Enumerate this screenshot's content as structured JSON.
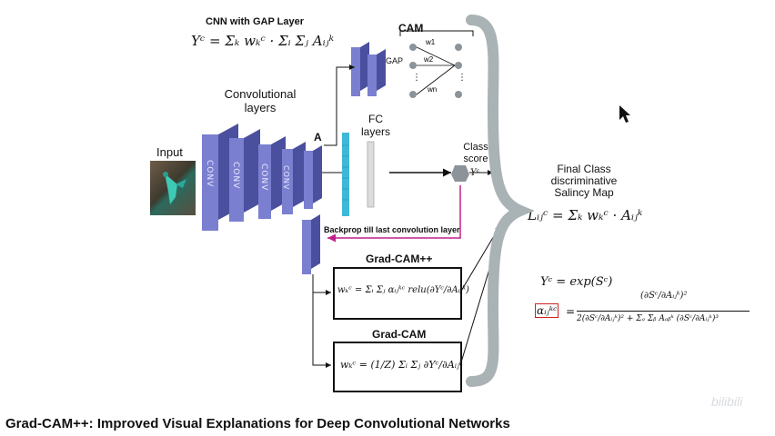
{
  "diagram": {
    "cnn_gap_title": "CNN with GAP Layer",
    "cnn_gap_formula": "Yᶜ = Σₖ wₖᶜ · Σᵢ Σⱼ Aᵢⱼᵏ",
    "cam_label": "CAM",
    "gap_label": "GAP",
    "weights": [
      "w1",
      "w2",
      "wn"
    ],
    "conv_layers_label": "Convolutional layers",
    "input_label": "Input",
    "conv_block_label": "CONV",
    "a_label": "A",
    "fc_layers_label": "FC layers",
    "class_score_label": "Class score",
    "yc_label": "Yᶜ",
    "backprop_label": "Backprop till last convolution layer",
    "gradcampp_title": "Grad-CAM++",
    "gradcampp_formula": "wₖᶜ = Σᵢ Σⱼ αᵢⱼᵏᶜ relu(∂Yᶜ/∂Aᵢⱼᵏ)",
    "gradcam_title": "Grad-CAM",
    "gradcam_formula": "wₖᶜ = (1/Z) Σᵢ Σⱼ ∂Yᶜ/∂Aᵢⱼᵏ",
    "final_map_label": "Final Class discriminative Salincy Map",
    "final_map_formula": "Lᵢⱼᶜ = Σₖ wₖᶜ · Aᵢⱼᵏ",
    "exp_formula": "Yᶜ = exp(Sᶜ)",
    "alpha_formula_lhs": "αᵢⱼᵏᶜ",
    "alpha_formula_num": "(∂Sᶜ/∂Aᵢⱼᵏ)²",
    "alpha_formula_den": "2(∂Sᶜ/∂Aᵢⱼᵏ)² + Σₐ Σᵦ Aₐᵦᵏ (∂Sᶜ/∂Aᵢⱼᵏ)³"
  },
  "footer": {
    "title": "Grad-CAM++: Improved Visual Explanations for Deep Convolutional Networks",
    "watermark": "bilibili"
  },
  "colors": {
    "conv_front": "#7b7fd0",
    "conv_side": "#4a4f9e",
    "fc_cyan": "#3fb8d8",
    "backprop_arrow": "#c0208a",
    "brace": "#a9b2b4",
    "highlight_box": "#d02020"
  }
}
